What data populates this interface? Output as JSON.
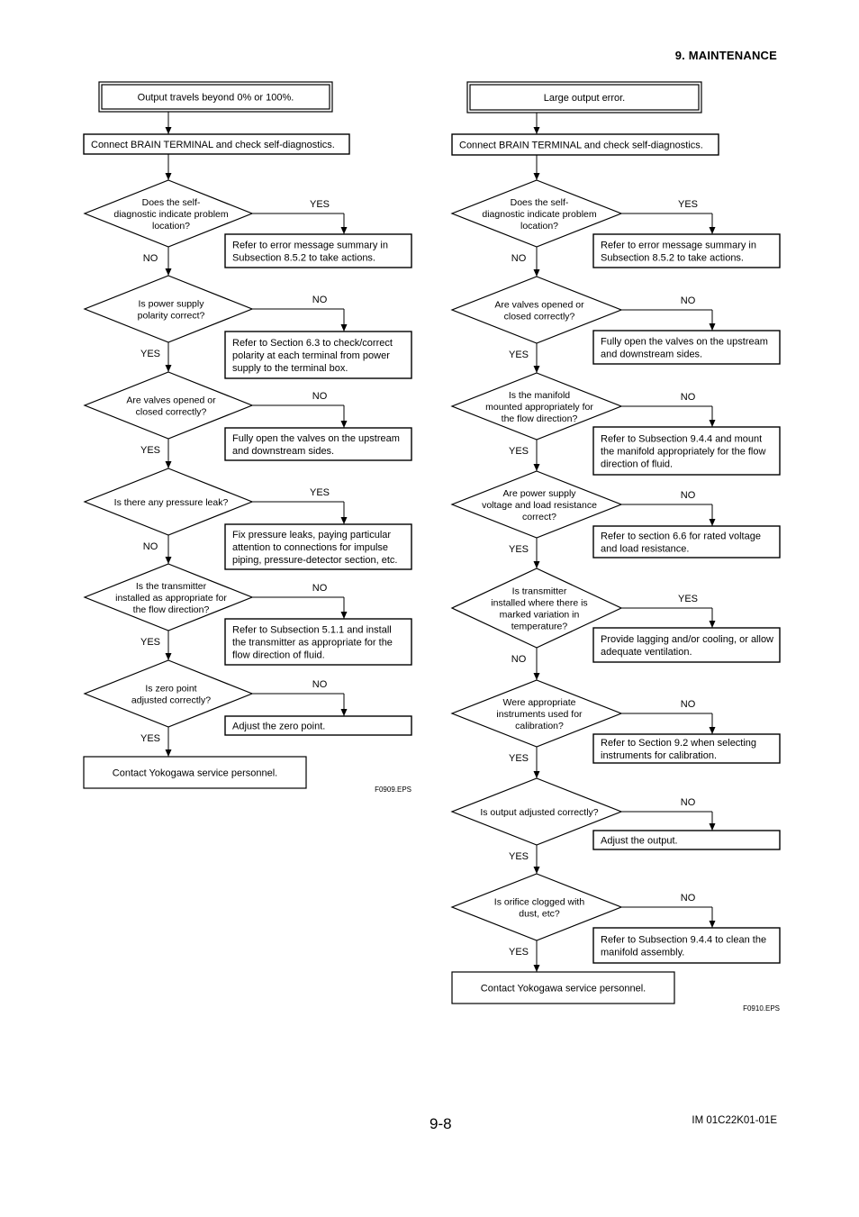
{
  "header": {
    "section": "9.  MAINTENANCE"
  },
  "footer": {
    "page_number": "9-8",
    "doc_id": "IM 01C22K01-01E"
  },
  "charts": [
    {
      "start": "Output travels beyond 0% or 100%.",
      "check": "Connect BRAIN TERMINAL and check self-diagnostics.",
      "steps": [
        {
          "question": [
            "Does the self-",
            "diagnostic indicate problem",
            "location?"
          ],
          "branch": "YES",
          "continue": "NO",
          "action": [
            "Refer to error message summary in",
            "Subsection 8.5.2 to take actions."
          ]
        },
        {
          "question": [
            "Is power supply",
            "polarity correct?"
          ],
          "branch": "NO",
          "continue": "YES",
          "action": [
            "Refer to Section 6.3 to check/correct",
            "polarity at each terminal from power",
            "supply to the terminal box."
          ]
        },
        {
          "question": [
            "Are valves opened or",
            "closed correctly?"
          ],
          "branch": "NO",
          "continue": "YES",
          "action": [
            "Fully open the valves on the upstream",
            "and downstream sides."
          ]
        },
        {
          "question": [
            "Is there any pressure leak?"
          ],
          "branch": "YES",
          "continue": "NO",
          "action": [
            "Fix pressure leaks, paying particular",
            "attention to connections for impulse",
            "piping, pressure-detector section, etc."
          ]
        },
        {
          "question": [
            "Is the transmitter",
            "installed as appropriate for",
            "the flow direction?"
          ],
          "branch": "NO",
          "continue": "YES",
          "action": [
            "Refer to Subsection 5.1.1 and install",
            "the transmitter as appropriate for the",
            "flow direction of fluid."
          ]
        },
        {
          "question": [
            "Is zero point",
            "adjusted correctly?"
          ],
          "branch": "NO",
          "continue": "YES",
          "action": [
            "Adjust the zero point."
          ]
        }
      ],
      "end": "Contact Yokogawa service personnel.",
      "figure_id": "F0909.EPS"
    },
    {
      "start": "Large output error.",
      "check": "Connect BRAIN TERMINAL and check self-diagnostics.",
      "steps": [
        {
          "question": [
            "Does the self-",
            "diagnostic indicate problem",
            "location?"
          ],
          "branch": "YES",
          "continue": "NO",
          "action": [
            "Refer to error message summary in",
            "Subsection 8.5.2 to take actions."
          ]
        },
        {
          "question": [
            "Are valves opened or",
            "closed correctly?"
          ],
          "branch": "NO",
          "continue": "YES",
          "action": [
            "Fully open the valves on the upstream",
            "and downstream sides."
          ]
        },
        {
          "question": [
            "Is the manifold",
            "mounted appropriately for",
            "the flow direction?"
          ],
          "branch": "NO",
          "continue": "YES",
          "action": [
            "Refer to Subsection 9.4.4 and mount",
            "the manifold appropriately for the flow",
            "direction of fluid."
          ]
        },
        {
          "question": [
            "Are power supply",
            "voltage and load resistance",
            "correct?"
          ],
          "branch": "NO",
          "continue": "YES",
          "action": [
            "Refer to section 6.6 for rated voltage",
            "and load resistance."
          ]
        },
        {
          "question": [
            "Is transmitter",
            "installed where there is",
            "marked variation in",
            "temperature?"
          ],
          "branch": "YES",
          "continue": "NO",
          "action": [
            "Provide lagging and/or cooling, or allow",
            "adequate ventilation."
          ]
        },
        {
          "question": [
            "Were appropriate",
            "instruments used for",
            "calibration?"
          ],
          "branch": "NO",
          "continue": "YES",
          "action": [
            "Refer to Section 9.2 when selecting",
            "instruments for calibration."
          ]
        },
        {
          "question": [
            "Is output adjusted correctly?"
          ],
          "branch": "NO",
          "continue": "YES",
          "action": [
            "Adjust the output."
          ]
        },
        {
          "question": [
            "Is orifice clogged with",
            "dust, etc?"
          ],
          "branch": "NO",
          "continue": "YES",
          "action": [
            "Refer to Subsection 9.4.4 to clean the",
            "manifold assembly."
          ]
        }
      ],
      "end": "Contact Yokogawa service personnel.",
      "figure_id": "F0910.EPS"
    }
  ]
}
